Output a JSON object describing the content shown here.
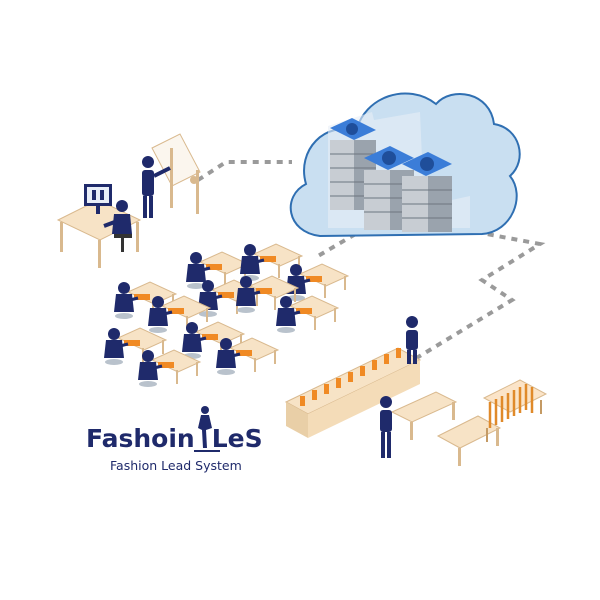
{
  "brand": {
    "name": "Fashoin LeS",
    "name_left": "Fashoin",
    "name_right": "LeS",
    "tagline": "Fashion Lead System"
  },
  "colors": {
    "navy": "#1f2a6b",
    "cloud_fill": "#c9dff1",
    "cloud_stroke": "#2f6fb2",
    "server_face": "#9aa3ad",
    "server_fan": "#3b7dd8",
    "desk_top": "#f7e3c6",
    "desk_edge": "#d9b98e",
    "orange": "#f08a24",
    "link_dash": "#9a9a9a"
  },
  "icons": {
    "cloud": "cloud-server-icon",
    "designer": "designer-workstation-icon",
    "cutter": "pattern-cutter-icon",
    "sewing": "sewing-room-icon",
    "production": "production-line-icon",
    "rack": "garment-rack-icon",
    "logo": "fashion-figure-logo-icon"
  }
}
